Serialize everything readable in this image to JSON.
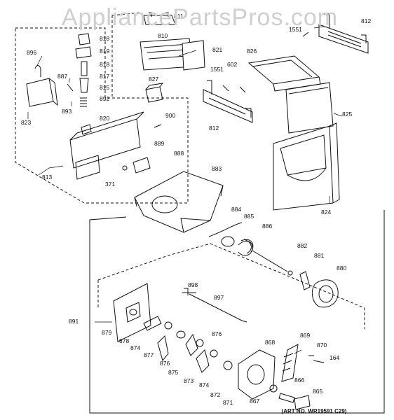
{
  "watermark": "AppliancePartsPros.com",
  "art_number": "(ART NO. WR19591 C29)",
  "callouts": [
    {
      "id": "811",
      "label": "811"
    },
    {
      "id": "812a",
      "label": "812"
    },
    {
      "id": "1551a",
      "label": "1551"
    },
    {
      "id": "818a",
      "label": "818"
    },
    {
      "id": "810",
      "label": "810"
    },
    {
      "id": "819",
      "label": "819"
    },
    {
      "id": "821",
      "label": "821"
    },
    {
      "id": "826",
      "label": "826"
    },
    {
      "id": "896",
      "label": "896"
    },
    {
      "id": "818b",
      "label": "818"
    },
    {
      "id": "1551b",
      "label": "1551"
    },
    {
      "id": "602",
      "label": "602"
    },
    {
      "id": "817",
      "label": "817"
    },
    {
      "id": "887",
      "label": "887"
    },
    {
      "id": "827",
      "label": "827"
    },
    {
      "id": "815",
      "label": "815"
    },
    {
      "id": "892",
      "label": "892"
    },
    {
      "id": "893",
      "label": "893"
    },
    {
      "id": "823",
      "label": "823"
    },
    {
      "id": "812b",
      "label": "812"
    },
    {
      "id": "825",
      "label": "825"
    },
    {
      "id": "900",
      "label": "900"
    },
    {
      "id": "820",
      "label": "820"
    },
    {
      "id": "889",
      "label": "889"
    },
    {
      "id": "888",
      "label": "888"
    },
    {
      "id": "813",
      "label": "813"
    },
    {
      "id": "371",
      "label": "371"
    },
    {
      "id": "883",
      "label": "883"
    },
    {
      "id": "824",
      "label": "824"
    },
    {
      "id": "884",
      "label": "884"
    },
    {
      "id": "885",
      "label": "885"
    },
    {
      "id": "886",
      "label": "886"
    },
    {
      "id": "882",
      "label": "882"
    },
    {
      "id": "881",
      "label": "881"
    },
    {
      "id": "880",
      "label": "880"
    },
    {
      "id": "898",
      "label": "898"
    },
    {
      "id": "897",
      "label": "897"
    },
    {
      "id": "891",
      "label": "891"
    },
    {
      "id": "879",
      "label": "879"
    },
    {
      "id": "878",
      "label": "878"
    },
    {
      "id": "874a",
      "label": "874"
    },
    {
      "id": "877",
      "label": "877"
    },
    {
      "id": "876a",
      "label": "876"
    },
    {
      "id": "876b",
      "label": "876"
    },
    {
      "id": "875",
      "label": "875"
    },
    {
      "id": "873",
      "label": "873"
    },
    {
      "id": "874b",
      "label": "874"
    },
    {
      "id": "872",
      "label": "872"
    },
    {
      "id": "871",
      "label": "871"
    },
    {
      "id": "868",
      "label": "868"
    },
    {
      "id": "869",
      "label": "869"
    },
    {
      "id": "870",
      "label": "870"
    },
    {
      "id": "164",
      "label": "164"
    },
    {
      "id": "866",
      "label": "866"
    },
    {
      "id": "865",
      "label": "865"
    },
    {
      "id": "867",
      "label": "867"
    }
  ]
}
